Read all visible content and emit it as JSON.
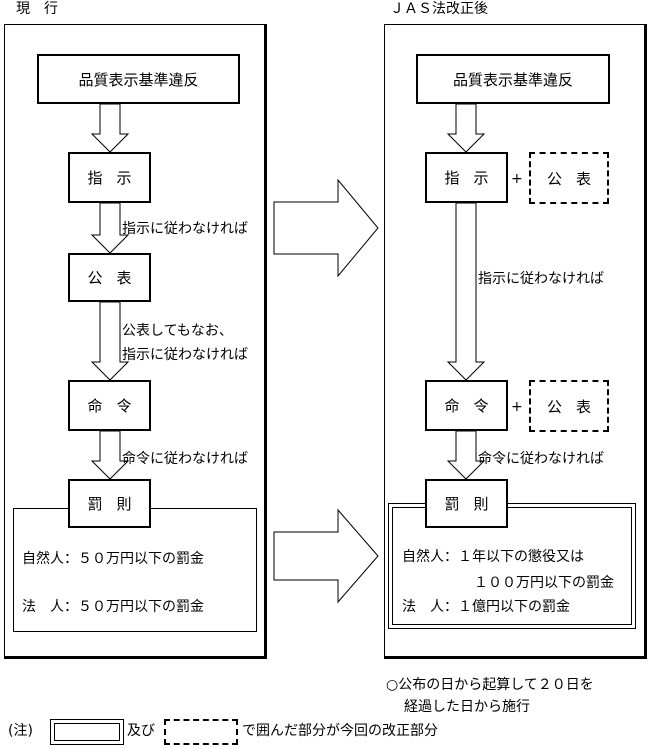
{
  "left": {
    "heading": "現　行",
    "start": "品質表示基準違反",
    "step1": "指示",
    "cond1": "指示に従わなければ",
    "step2": "公表",
    "cond2a": "公表してもなお、",
    "cond2b": "指示に従わなければ",
    "step3": "命令",
    "cond3": "命令に従わなければ",
    "penalty": "罰則",
    "natural": "自然人：５０万円以下の罰金",
    "corporate": "法　人：５０万円以下の罰金"
  },
  "right": {
    "heading": "ＪＡＳ法改正後",
    "start": "品質表示基準違反",
    "step1": "指示",
    "plus1": "+",
    "extra1": "公表",
    "cond1": "指示に従わなければ",
    "step2": "命令",
    "plus2": "+",
    "extra2": "公表",
    "cond2": "命令に従わなければ",
    "penalty": "罰則",
    "natural1": "自然人：１年以下の懲役又は",
    "natural2": "１００万円以下の罰金",
    "corporate": "法　人：１億円以下の罰金"
  },
  "effective": {
    "line1": "○公布の日から起算して２０日を",
    "line2": "経過した日から施行"
  },
  "note": {
    "prefix": "(注)",
    "and": "及び",
    "suffix": "で囲んだ部分が今回の改正部分"
  }
}
